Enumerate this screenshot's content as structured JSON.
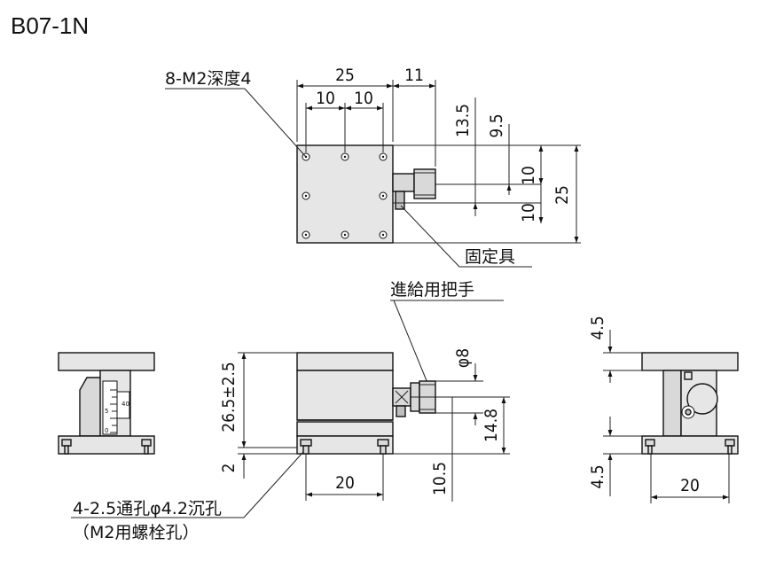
{
  "title": "B07-1N",
  "labels": {
    "tap_holes": "8-M2深度4",
    "clamp": "固定具",
    "feed_knob": "進給用把手",
    "through_hole_line1": "4-2.5通孔φ4.2沉孔",
    "through_hole_line2": "（M2用螺栓孔）"
  },
  "dimensions": {
    "top_width": "25",
    "top_knob_offset": "11",
    "top_pitch_left": "10",
    "top_pitch_right": "10",
    "top_knob_y1": "13.5",
    "top_knob_y2": "9.5",
    "top_right_10a": "10",
    "top_right_10b": "10",
    "top_right_25": "25",
    "front_height": "26.5±2.5",
    "front_base": "2",
    "front_width": "20",
    "knob_dia": "φ8",
    "knob_height": "14.8",
    "knob_base": "10.5",
    "side_top": "4.5",
    "side_bottom": "4.5",
    "side_width": "20"
  },
  "scale": {
    "marks": [
      "40",
      "5",
      "0"
    ]
  }
}
